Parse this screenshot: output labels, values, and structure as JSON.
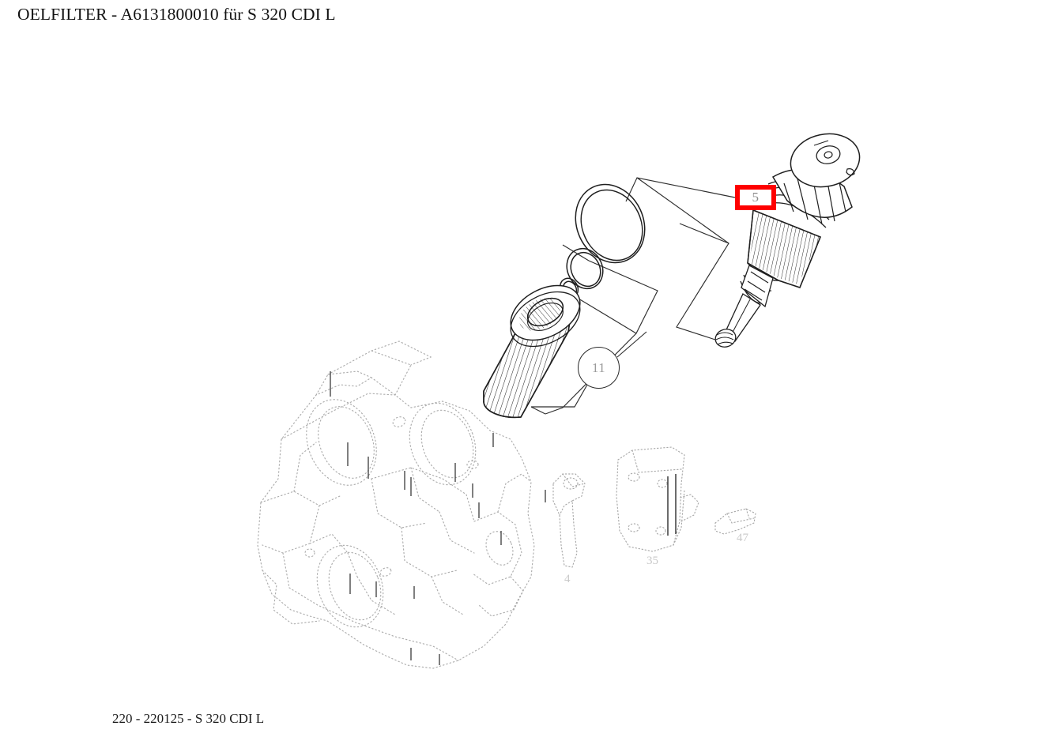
{
  "document": {
    "title": "OELFILTER  - A6131800010 für S 320 CDI L",
    "part_name": "OELFILTER",
    "part_number": "A6131800010",
    "vehicle": "S 320 CDI L",
    "footer": "220 - 220125 - S 320 CDI L",
    "group_code": "220",
    "subgroup_code": "220125",
    "background_color": "#ffffff",
    "line_color": "#1a1a1a"
  },
  "callouts": {
    "highlighted": {
      "number": "5",
      "shape": "rectangle",
      "highlight_color": "#fe0000",
      "part": "oil-filter-cap-housing"
    },
    "balloon": {
      "number": "11",
      "shape": "circle",
      "part": "oil-filter-element"
    },
    "faint": [
      {
        "number": "4",
        "part": "bracket"
      },
      {
        "number": "35",
        "part": "cover-plate"
      },
      {
        "number": "47",
        "part": "bolt"
      }
    ]
  },
  "diagram": {
    "type": "exploded-parts-drawing",
    "components": [
      {
        "name": "oil-filter-cap",
        "label": "5",
        "style": "solid-line"
      },
      {
        "name": "oil-filter-element",
        "label": "11",
        "style": "solid-line-hatched"
      },
      {
        "name": "o-ring-large",
        "label": "",
        "style": "solid-line"
      },
      {
        "name": "o-ring-medium",
        "label": "",
        "style": "solid-line"
      },
      {
        "name": "o-ring-small",
        "label": "",
        "style": "solid-line"
      },
      {
        "name": "engine-block-ghost",
        "label": "",
        "style": "dotted-ghost"
      },
      {
        "name": "bracket",
        "label": "4",
        "style": "dotted-ghost"
      },
      {
        "name": "cover-plate",
        "label": "35",
        "style": "dotted-ghost"
      },
      {
        "name": "bolt",
        "label": "47",
        "style": "dotted-ghost"
      }
    ]
  }
}
